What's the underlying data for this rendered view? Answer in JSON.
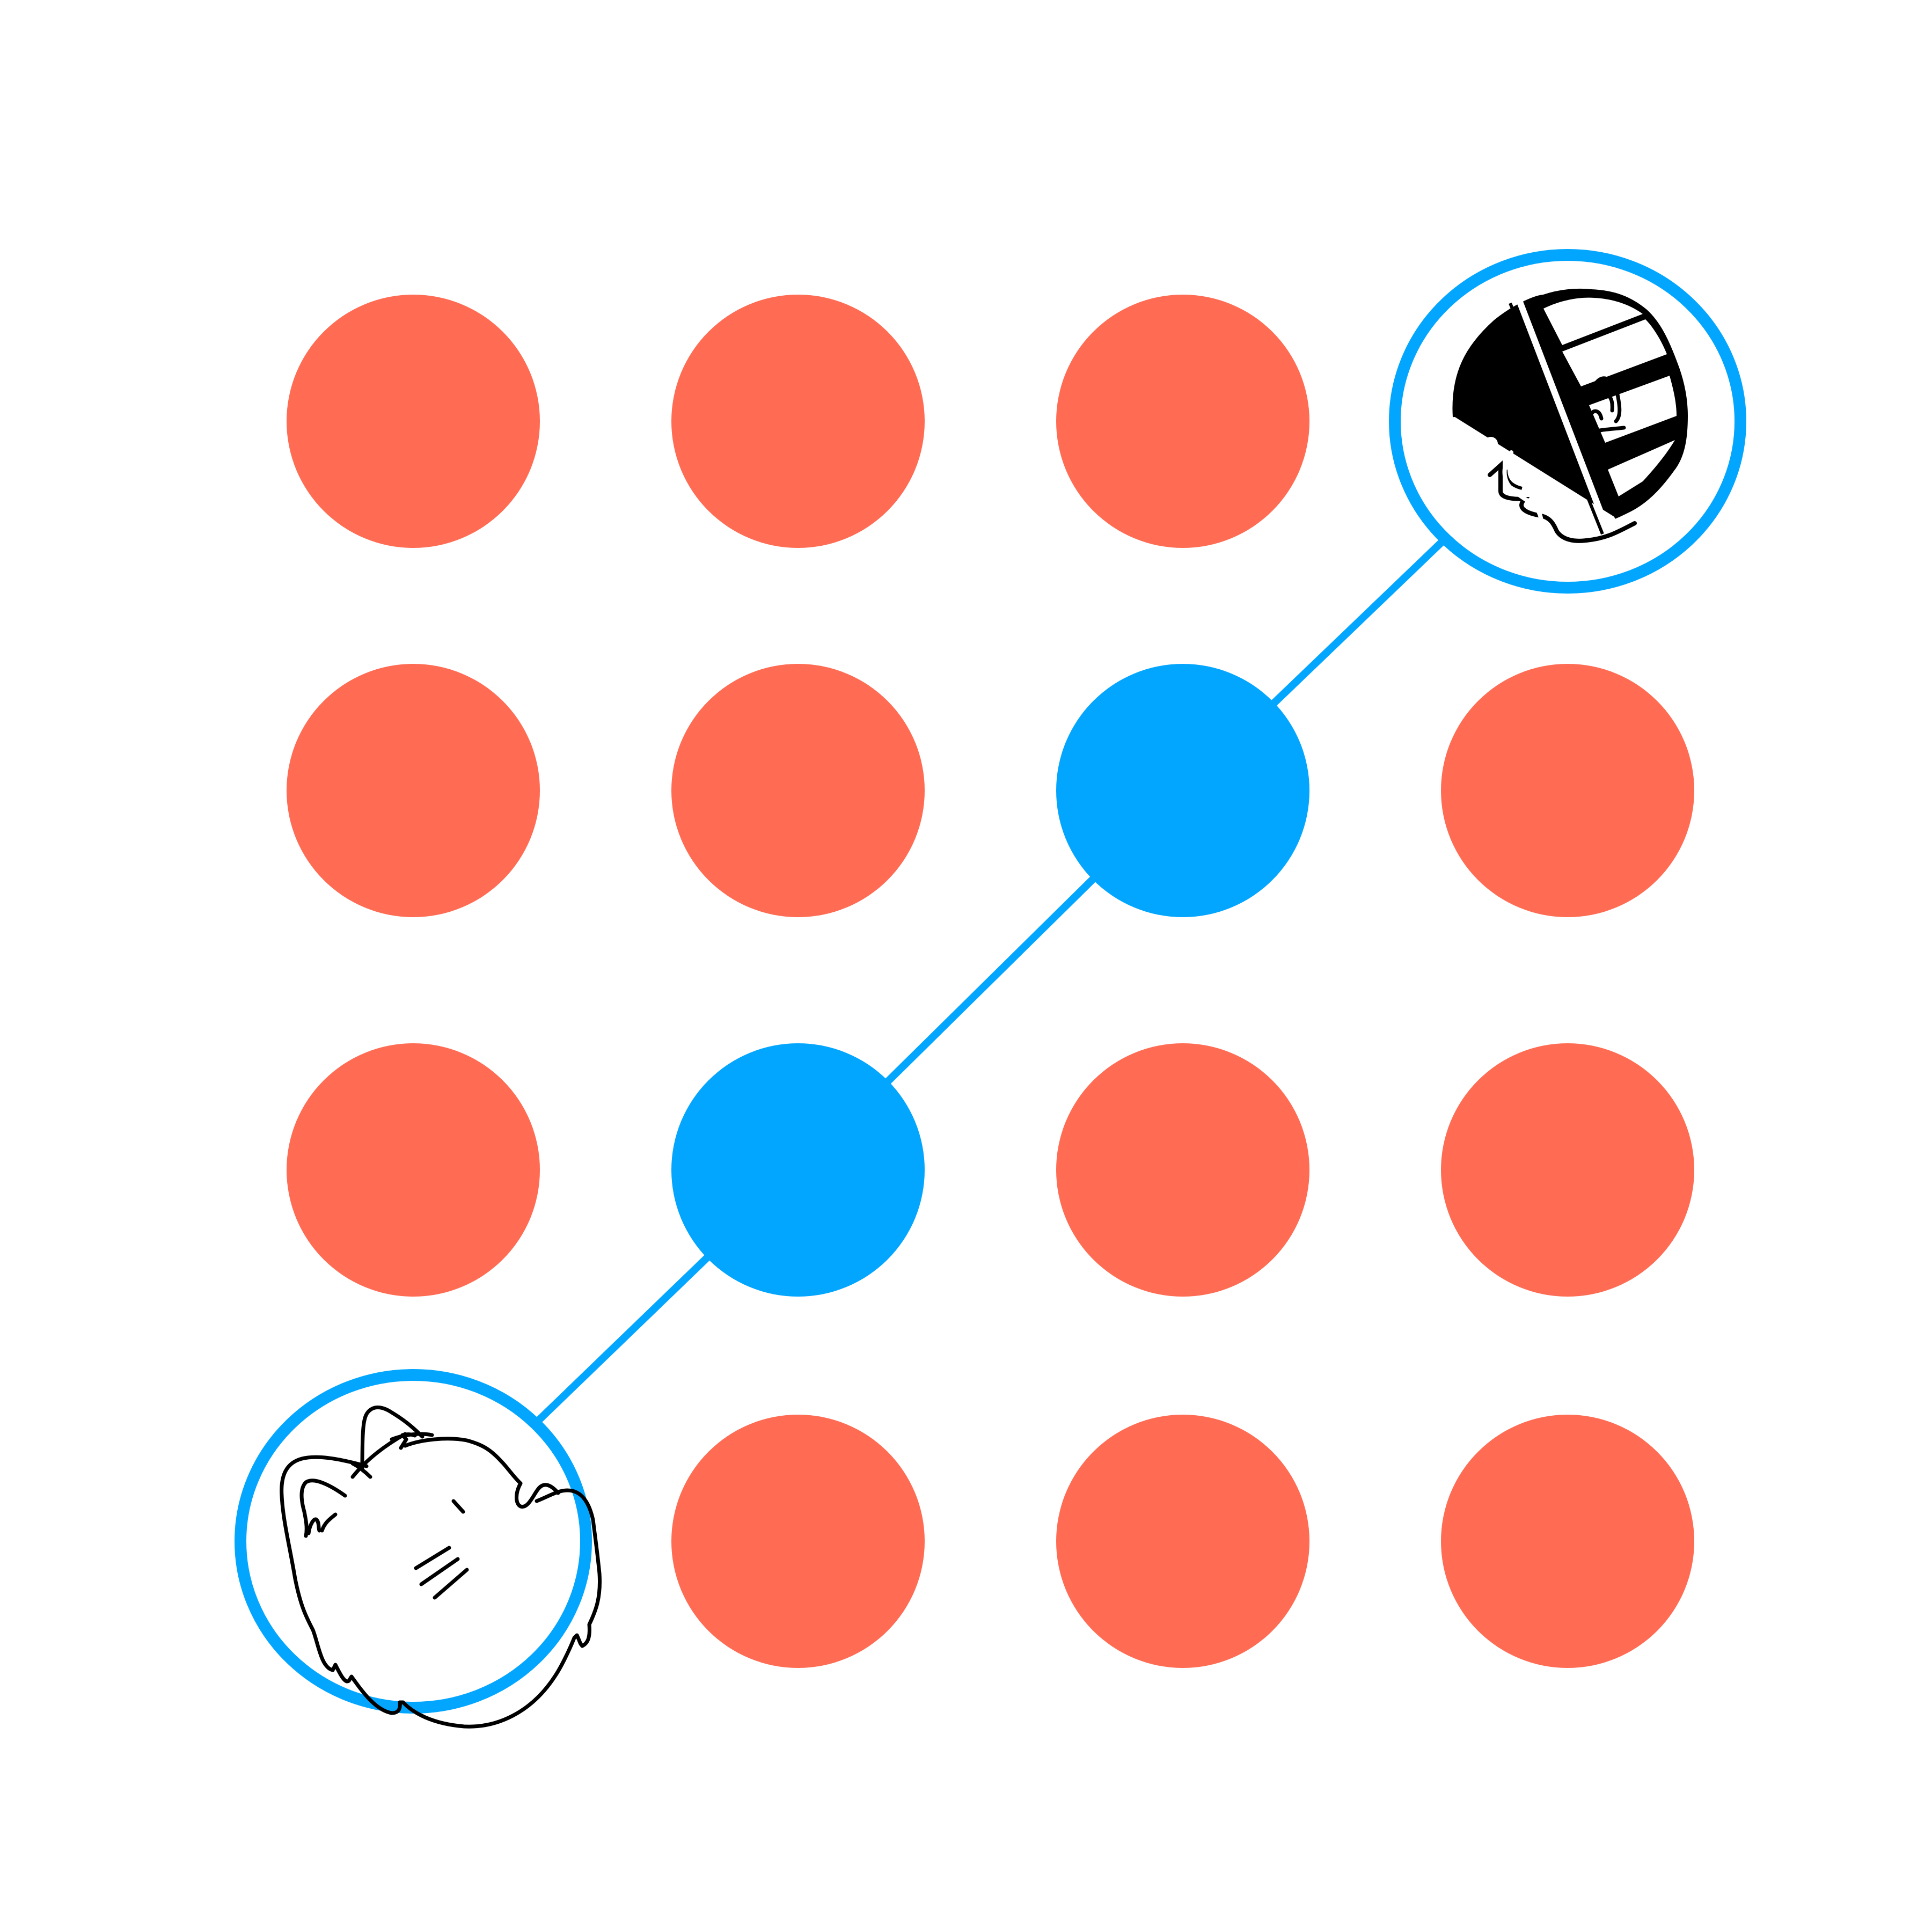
{
  "colors": {
    "background": "#ffffff",
    "unvisited_dot": "#FF6B53",
    "path_dot": "#03A6FF",
    "path_line": "#03A6FF",
    "token_fill": "#ffffff",
    "outline": "#000000"
  },
  "grid": {
    "columns": 4,
    "rows": 4
  },
  "dots": [
    {
      "col": 0,
      "row": 0,
      "state": "unvisited"
    },
    {
      "col": 1,
      "row": 0,
      "state": "unvisited"
    },
    {
      "col": 2,
      "row": 0,
      "state": "unvisited"
    },
    {
      "col": 0,
      "row": 1,
      "state": "unvisited"
    },
    {
      "col": 1,
      "row": 1,
      "state": "unvisited"
    },
    {
      "col": 2,
      "row": 1,
      "state": "path"
    },
    {
      "col": 3,
      "row": 1,
      "state": "unvisited"
    },
    {
      "col": 0,
      "row": 2,
      "state": "unvisited"
    },
    {
      "col": 1,
      "row": 2,
      "state": "path"
    },
    {
      "col": 2,
      "row": 2,
      "state": "unvisited"
    },
    {
      "col": 3,
      "row": 2,
      "state": "unvisited"
    },
    {
      "col": 1,
      "row": 3,
      "state": "unvisited"
    },
    {
      "col": 2,
      "row": 3,
      "state": "unvisited"
    },
    {
      "col": 3,
      "row": 3,
      "state": "unvisited"
    }
  ],
  "path": [
    {
      "col": 0,
      "row": 3
    },
    {
      "col": 1,
      "row": 2
    },
    {
      "col": 2,
      "row": 1
    },
    {
      "col": 3,
      "row": 0
    }
  ],
  "tokens": {
    "start": {
      "col": 0,
      "row": 3,
      "icon": "cat-icon"
    },
    "goal": {
      "col": 3,
      "row": 0,
      "icon": "elephant-in-doorway-icon"
    }
  }
}
